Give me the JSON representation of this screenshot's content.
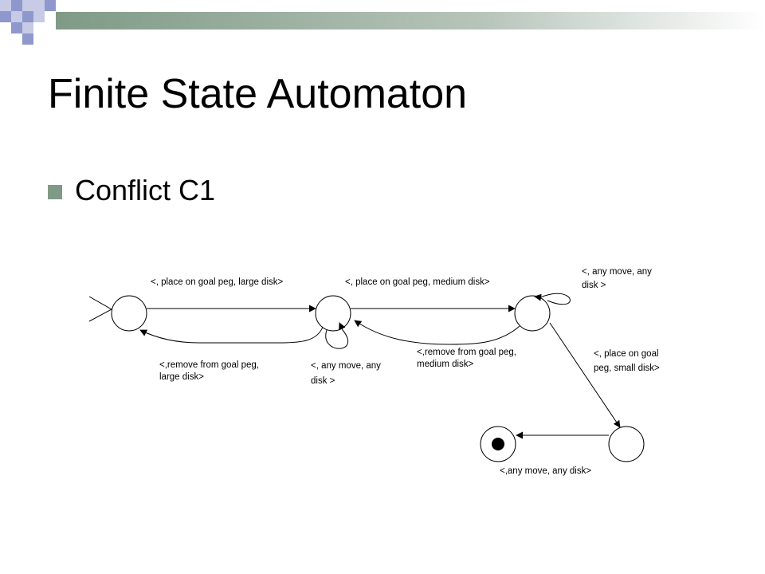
{
  "slide": {
    "title": "Finite State Automaton",
    "bullet": "Conflict C1"
  },
  "colors": {
    "accent": "#7f9a87",
    "decor_light": "#c7cbe6",
    "decor_blue": "#8e98cc"
  },
  "diagram": {
    "states": [
      {
        "id": "s0",
        "role": "start"
      },
      {
        "id": "s1",
        "role": "normal"
      },
      {
        "id": "s2",
        "role": "normal"
      },
      {
        "id": "s3",
        "role": "normal"
      },
      {
        "id": "s4",
        "role": "final"
      }
    ],
    "transitions": {
      "s0_s1": "<, place on goal peg, large disk>",
      "s1_s2": "<, place on goal peg, medium disk>",
      "s1_s0": [
        "<,remove from goal peg,",
        "large disk>"
      ],
      "s2_s1": [
        "<,remove from goal peg,",
        "medium disk>"
      ],
      "s1_loop": [
        "<, any move, any",
        "disk >"
      ],
      "s2_loop": [
        "<, any move, any",
        "disk >"
      ],
      "s2_s3": [
        "<, place on goal",
        "peg, small disk>"
      ],
      "s3_s4": "<,any move, any disk>"
    }
  }
}
